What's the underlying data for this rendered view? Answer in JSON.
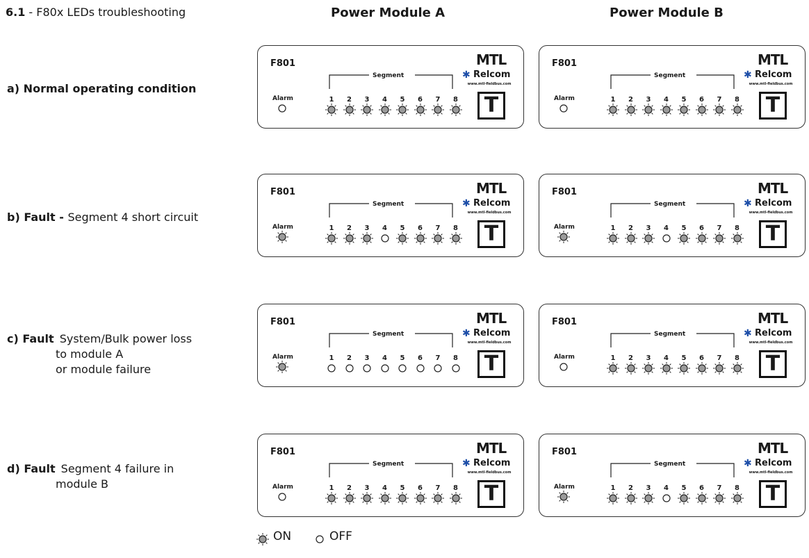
{
  "header": {
    "section_number": "6.1",
    "section_title": " - F80x LEDs troubleshooting"
  },
  "columns": [
    "Power Module A",
    "Power Module B"
  ],
  "panel_labels": {
    "model": "F801",
    "alarm": "Alarm",
    "segment": "Segment",
    "brand_mtl": "MTL",
    "brand_relcom": "Relcom",
    "brand_url": "www.mtl-fieldbus.com",
    "brand_t": "T"
  },
  "segment_numbers": [
    "1",
    "2",
    "3",
    "4",
    "5",
    "6",
    "7",
    "8"
  ],
  "rows": [
    {
      "id": "a",
      "label_bold": "a) Normal operating condition",
      "label_rest": "",
      "lines": [],
      "panels": [
        {
          "alarm": "off",
          "segments": [
            "on",
            "on",
            "on",
            "on",
            "on",
            "on",
            "on",
            "on"
          ]
        },
        {
          "alarm": "off",
          "segments": [
            "on",
            "on",
            "on",
            "on",
            "on",
            "on",
            "on",
            "on"
          ]
        }
      ]
    },
    {
      "id": "b",
      "label_bold": "b) Fault - ",
      "label_rest": "Segment 4 short circuit",
      "lines": [],
      "panels": [
        {
          "alarm": "on",
          "segments": [
            "on",
            "on",
            "on",
            "off",
            "on",
            "on",
            "on",
            "on"
          ]
        },
        {
          "alarm": "on",
          "segments": [
            "on",
            "on",
            "on",
            "off",
            "on",
            "on",
            "on",
            "on"
          ]
        }
      ]
    },
    {
      "id": "c",
      "label_bold": "c) Fault",
      "label_rest": "System/Bulk power loss",
      "lines": [
        "to module A",
        "or module failure"
      ],
      "panels": [
        {
          "alarm": "on",
          "segments": [
            "off",
            "off",
            "off",
            "off",
            "off",
            "off",
            "off",
            "off"
          ]
        },
        {
          "alarm": "off",
          "segments": [
            "on",
            "on",
            "on",
            "on",
            "on",
            "on",
            "on",
            "on"
          ]
        }
      ]
    },
    {
      "id": "d",
      "label_bold": "d) Fault",
      "label_rest": "Segment 4 failure in",
      "lines": [
        "module B"
      ],
      "panels": [
        {
          "alarm": "off",
          "segments": [
            "on",
            "on",
            "on",
            "on",
            "on",
            "on",
            "on",
            "on"
          ]
        },
        {
          "alarm": "on",
          "segments": [
            "on",
            "on",
            "on",
            "off",
            "on",
            "on",
            "on",
            "on"
          ]
        }
      ]
    }
  ],
  "legend": {
    "on_label": "ON",
    "off_label": "OFF"
  },
  "colors": {
    "led_on": "#9a9a9a",
    "led_off": "#ffffff",
    "stroke": "#222222",
    "relcom_blue": "#1d4ea8"
  }
}
